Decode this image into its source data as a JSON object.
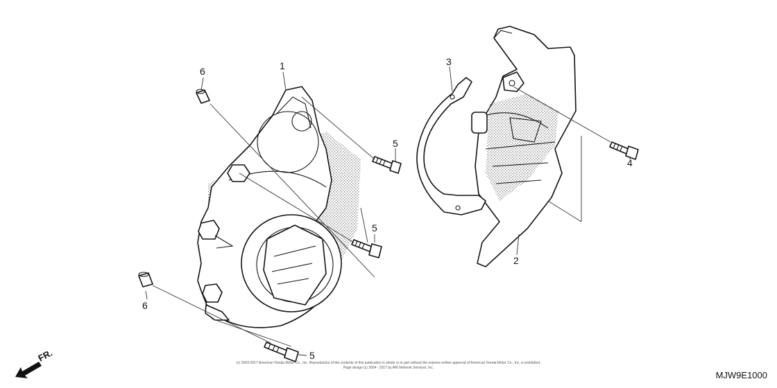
{
  "callouts": [
    {
      "id": "1",
      "label": "1"
    },
    {
      "id": "2",
      "label": "2"
    },
    {
      "id": "3",
      "label": "3"
    },
    {
      "id": "4",
      "label": "4"
    },
    {
      "id": "5a",
      "label": "5"
    },
    {
      "id": "5b",
      "label": "5"
    },
    {
      "id": "5c",
      "label": "5"
    },
    {
      "id": "6a",
      "label": "6"
    },
    {
      "id": "6b",
      "label": "6"
    }
  ],
  "direction_label": "FR.",
  "footer": {
    "line1": "(c) 2003-2017 American Honda Motor Co., Inc. Reproduction of the contents of this publication in whole or in part without the express written approval of American Honda Motor Co., Inc. is prohibited.",
    "line2": "Page design (c) 2004 - 2017 by ARI Network Services, Inc."
  },
  "diagram_code": "MJW9E1000",
  "colors": {
    "line": "#111111",
    "shade": "#9a9a9a"
  }
}
